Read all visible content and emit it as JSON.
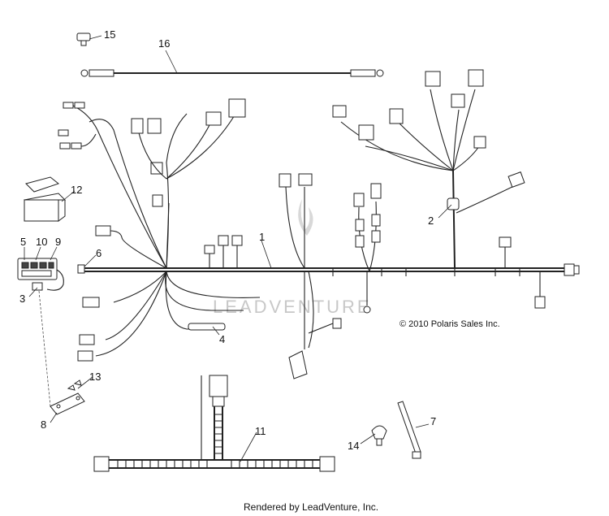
{
  "callouts": {
    "c1": "1",
    "c2": "2",
    "c3": "3",
    "c4": "4",
    "c5": "5",
    "c6": "6",
    "c7": "7",
    "c8": "8",
    "c9": "9",
    "c10": "10",
    "c11": "11",
    "c12": "12",
    "c13": "13",
    "c14": "14",
    "c15": "15",
    "c16": "16"
  },
  "copyright": "© 2010 Polaris Sales Inc.",
  "watermark": "LEADVENTURE",
  "footer": "Rendered by LeadVenture, Inc."
}
